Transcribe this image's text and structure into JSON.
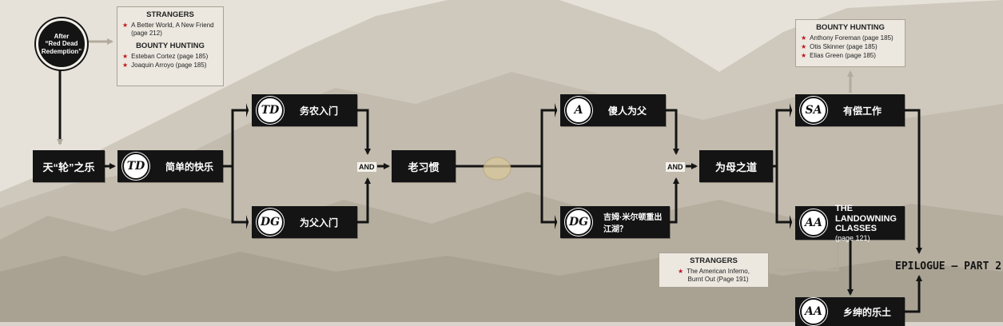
{
  "start_node": {
    "line1": "After",
    "line2": "“Red Dead",
    "line3": "Redemption”"
  },
  "notes": {
    "top_left": {
      "strangers_heading": "STRANGERS",
      "strangers_items": [
        {
          "l1": "A Better World, A New Friend",
          "l2": "(page 212)"
        }
      ],
      "bounty_heading": "BOUNTY HUNTING",
      "bounty_items": [
        "Esteban Cortez (page 185)",
        "Joaquin Arroyo (page 185)"
      ]
    },
    "top_right": {
      "bounty_heading": "BOUNTY HUNTING",
      "bounty_items": [
        "Anthony Foreman (page 185)",
        "Otis Skinner (page 185)",
        "Elias Green (page 185)"
      ]
    },
    "bottom_right": {
      "strangers_heading": "STRANGERS",
      "item_l1": "The American Inferno,",
      "item_l2": "Burnt Out (Page 191)"
    }
  },
  "nodes": {
    "tianlun": {
      "label": "天“轮”之乐"
    },
    "jiandan": {
      "badge": "TD",
      "label": "简单的快乐"
    },
    "wunong": {
      "badge": "TD",
      "label": "务农入门"
    },
    "weifu": {
      "badge": "DG",
      "label": "为父入门"
    },
    "laoxiguan": {
      "label": "老习惯"
    },
    "shaoren": {
      "badge": "A",
      "label": "傻人为父"
    },
    "jimu": {
      "badge": "DG",
      "label": "吉姆·米尔顿重出江湖？"
    },
    "weimu": {
      "label": "为母之道"
    },
    "youchang": {
      "badge": "SA",
      "label": "有偿工作"
    },
    "landowning": {
      "badge": "AA",
      "label_l1": "THE LANDOWNING",
      "label_l2": "CLASSES",
      "sub": "(page 121)"
    },
    "xiangshen": {
      "badge": "AA",
      "label": "乡绅的乐土"
    }
  },
  "gates": {
    "left": "AND",
    "right": "AND"
  },
  "epilogue": "EPILOGUE – PART 2",
  "colors": {
    "node": "#141414",
    "connector": "#141414",
    "note_connector": "#b2ab9d",
    "star": "#c0141c",
    "note_bg": "#ece8e0"
  }
}
